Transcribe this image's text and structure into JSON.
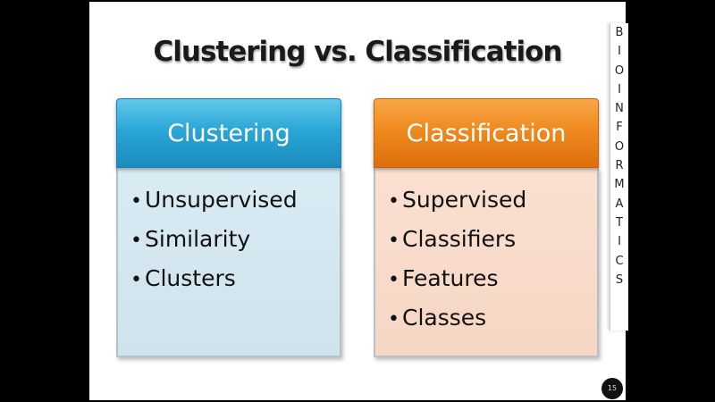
{
  "slide": {
    "title": "Clustering vs. Classification",
    "page_number": "15"
  },
  "columns": [
    {
      "header": "Clustering",
      "items": [
        "Unsupervised",
        "Similarity",
        "Clusters"
      ]
    },
    {
      "header": "Classification",
      "items": [
        "Supervised",
        "Classifiers",
        "Features",
        "Classes"
      ]
    }
  ],
  "bullet": "•",
  "side_strip": {
    "letters": [
      "B",
      "I",
      "O",
      "I",
      "N",
      "F",
      "O",
      "R",
      "M",
      "A",
      "T",
      "I",
      "C",
      "S"
    ]
  },
  "colors": {
    "clustering_header": "#2aa7d6",
    "clustering_body": "#d2e6ef",
    "classification_header": "#ef8a1f",
    "classification_body": "#f8dccb"
  }
}
